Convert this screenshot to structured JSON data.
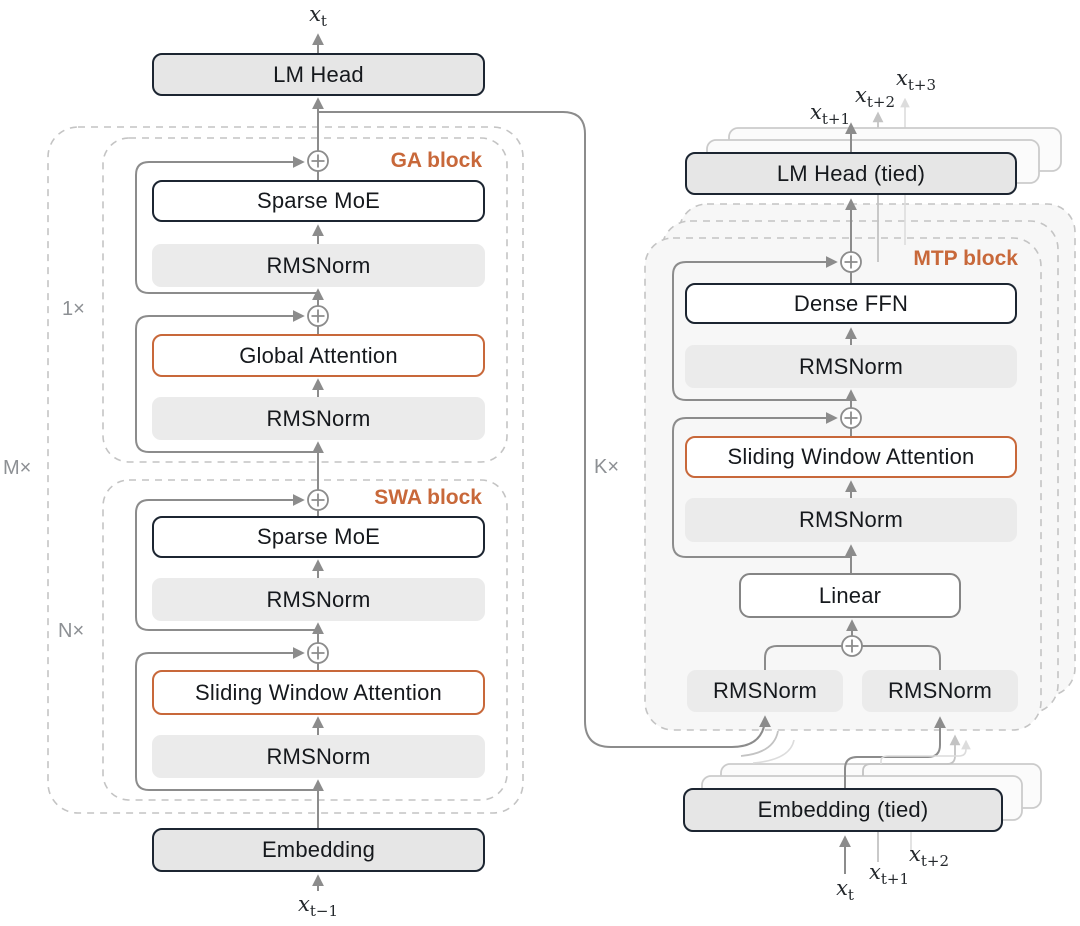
{
  "colors": {
    "accent": "#c8683a",
    "dark": "#1c2531",
    "line": "#8c8c8c",
    "boxgray": "#e6e6e6",
    "rmsgray": "#ebebeb",
    "dash": "#c4c4c4",
    "mtpfill": "#f7f7f7",
    "echo1": "#c3c3c3",
    "echo2": "#dcdcdc",
    "repeatgray": "#8d9094",
    "text": "#16191d"
  },
  "left": {
    "output_token": {
      "base": "x",
      "sub": "t"
    },
    "lm_head": "LM Head",
    "outer_repeat": "M×",
    "ga_block": {
      "label": "GA block",
      "repeat": "1×",
      "ffn": "Sparse MoE",
      "norm1": "RMSNorm",
      "attn": "Global Attention",
      "norm2": "RMSNorm"
    },
    "swa_block": {
      "label": "SWA block",
      "repeat": "N×",
      "ffn": "Sparse MoE",
      "norm1": "RMSNorm",
      "attn": "Sliding Window Attention",
      "norm2": "RMSNorm"
    },
    "embedding": "Embedding",
    "input_token": {
      "base": "x",
      "sub": "t−1"
    }
  },
  "right": {
    "output_tokens": [
      {
        "base": "x",
        "sub": "t+1"
      },
      {
        "base": "x",
        "sub": "t+2"
      },
      {
        "base": "x",
        "sub": "t+3"
      }
    ],
    "lm_head": "LM Head (tied)",
    "mtp_block": {
      "label": "MTP block",
      "repeat": "K×",
      "ffn": "Dense FFN",
      "norm1": "RMSNorm",
      "attn": "Sliding Window Attention",
      "norm2": "RMSNorm",
      "linear": "Linear",
      "norm_left": "RMSNorm",
      "norm_right": "RMSNorm"
    },
    "embedding": "Embedding (tied)",
    "input_tokens": [
      {
        "base": "x",
        "sub": "t"
      },
      {
        "base": "x",
        "sub": "t+1"
      },
      {
        "base": "x",
        "sub": "t+2"
      }
    ]
  }
}
